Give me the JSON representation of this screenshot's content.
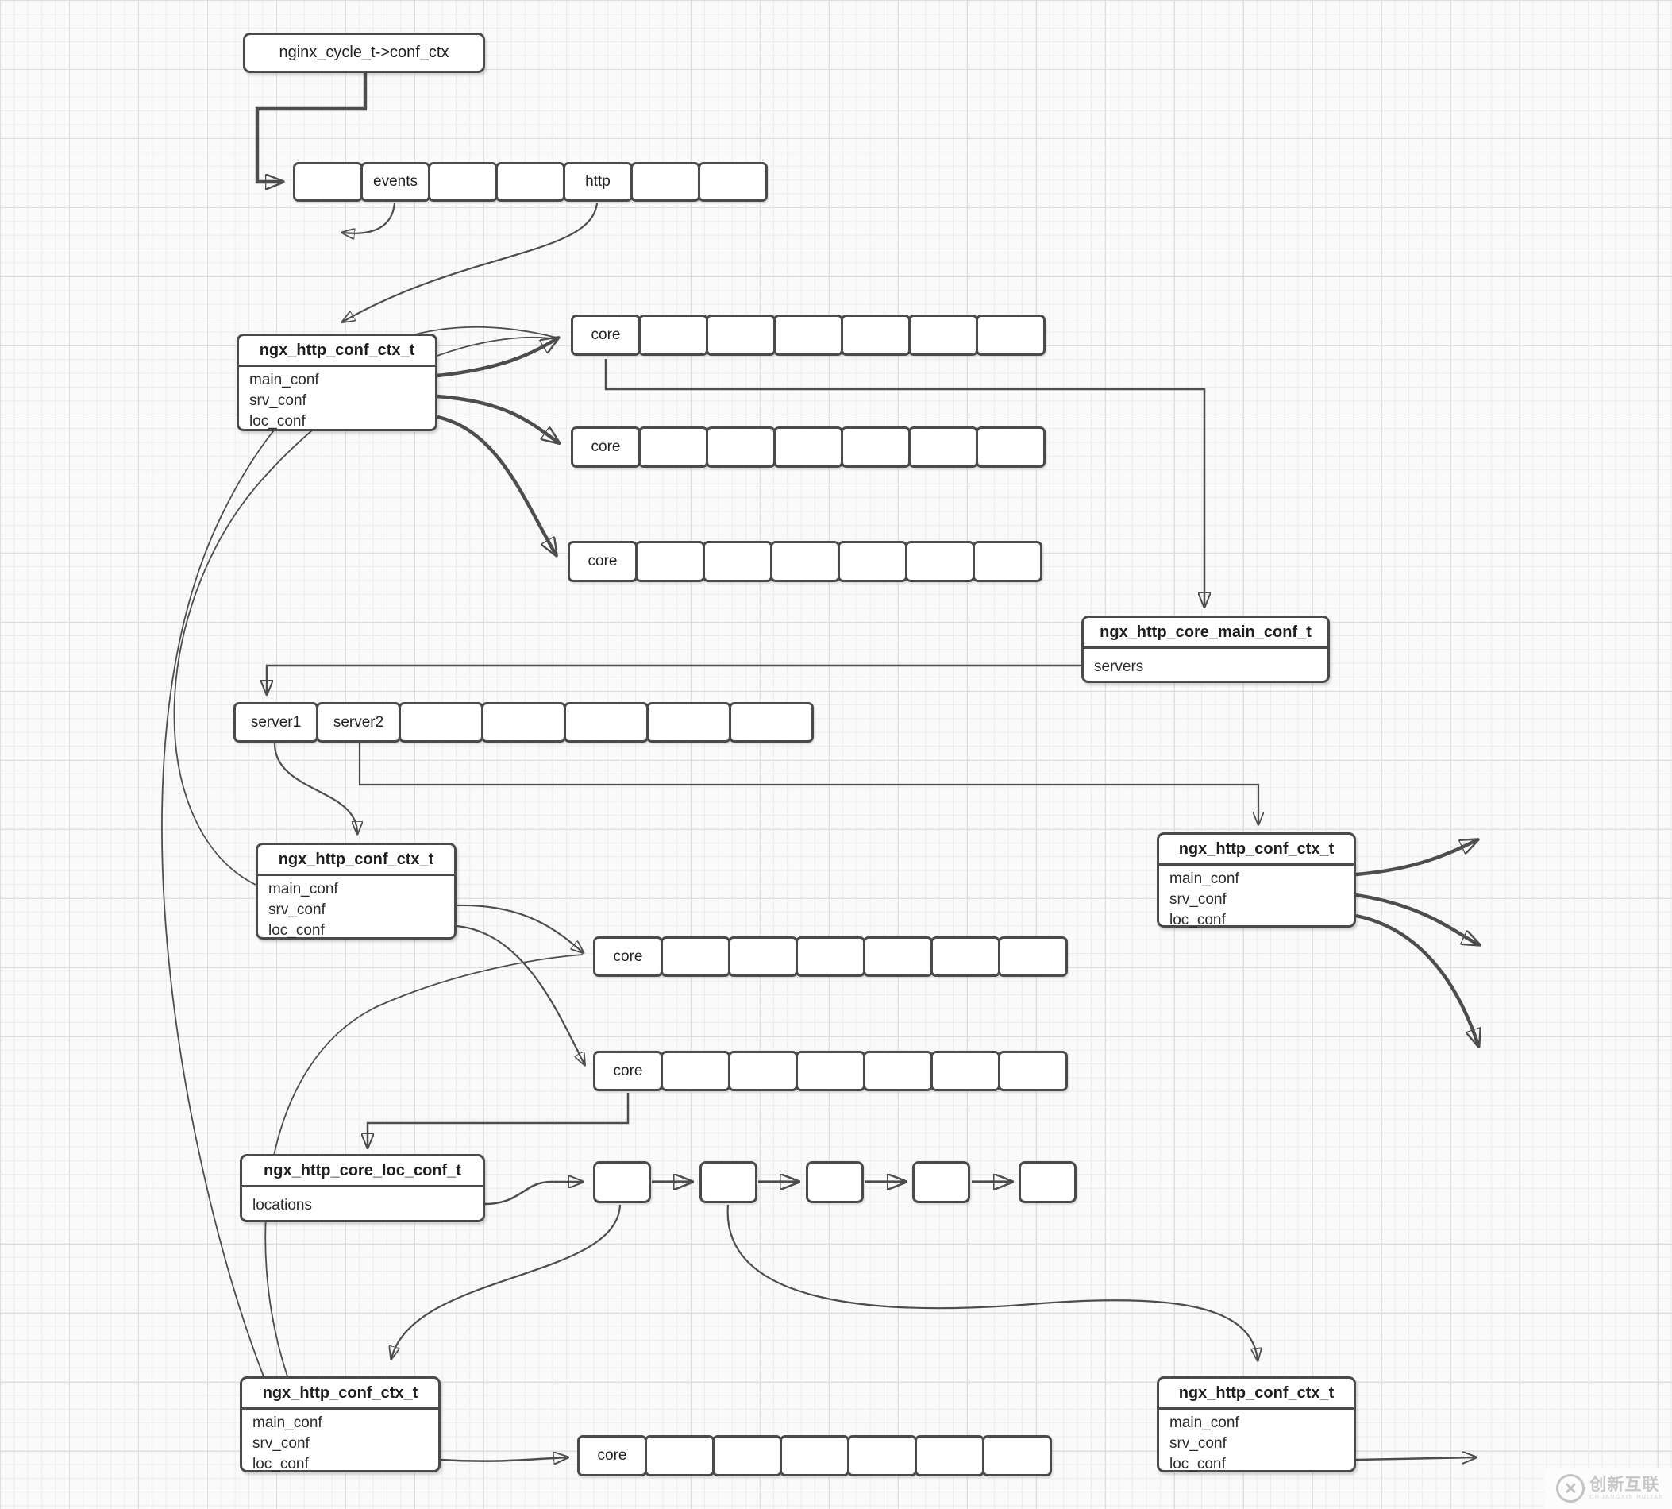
{
  "boxes": {
    "cycle": {
      "title": "nginx_cycle_t->conf_ctx"
    },
    "ctx_http": {
      "title": "ngx_http_conf_ctx_t",
      "rows": [
        "main_conf",
        "srv_conf",
        "loc_conf"
      ]
    },
    "ctx_server1": {
      "title": "ngx_http_conf_ctx_t",
      "rows": [
        "main_conf",
        "srv_conf",
        "loc_conf"
      ]
    },
    "ctx_server2": {
      "title": "ngx_http_conf_ctx_t",
      "rows": [
        "main_conf",
        "srv_conf",
        "loc_conf"
      ]
    },
    "ctx_loc1": {
      "title": "ngx_http_conf_ctx_t",
      "rows": [
        "main_conf",
        "srv_conf",
        "loc_conf"
      ]
    },
    "ctx_loc2": {
      "title": "ngx_http_conf_ctx_t",
      "rows": [
        "main_conf",
        "srv_conf",
        "loc_conf"
      ]
    },
    "core_main": {
      "title": "ngx_http_core_main_conf_t",
      "rows": [
        "servers"
      ]
    },
    "core_loc": {
      "title": "ngx_http_core_loc_conf_t",
      "rows": [
        "locations"
      ]
    }
  },
  "arrays": {
    "cycle_conf_ctx": {
      "cells": [
        "",
        "events",
        "",
        "",
        "http",
        "",
        ""
      ]
    },
    "http_main_conf": {
      "cells": [
        "core",
        "",
        "",
        "",
        "",
        "",
        ""
      ]
    },
    "http_srv_conf": {
      "cells": [
        "core",
        "",
        "",
        "",
        "",
        "",
        ""
      ]
    },
    "http_loc_conf": {
      "cells": [
        "core",
        "",
        "",
        "",
        "",
        "",
        ""
      ]
    },
    "servers": {
      "cells": [
        "server1",
        "server2",
        "",
        "",
        "",
        "",
        ""
      ]
    },
    "server_srv_conf": {
      "cells": [
        "core",
        "",
        "",
        "",
        "",
        "",
        ""
      ]
    },
    "server_loc_conf": {
      "cells": [
        "core",
        "",
        "",
        "",
        "",
        "",
        ""
      ]
    },
    "loc_loc_conf": {
      "cells": [
        "core",
        "",
        "",
        "",
        "",
        "",
        ""
      ]
    },
    "locations_list": {
      "cells": [
        "",
        "",
        "",
        "",
        ""
      ]
    }
  },
  "watermark": {
    "brand": "创新互联",
    "sub": "CHUANGXIN HULIAN",
    "logo_glyph": "✕"
  },
  "colors": {
    "line": "#4d4d4d",
    "border": "#4a4a4a",
    "grid_minor": "#ececec",
    "grid_major": "#dedede"
  }
}
